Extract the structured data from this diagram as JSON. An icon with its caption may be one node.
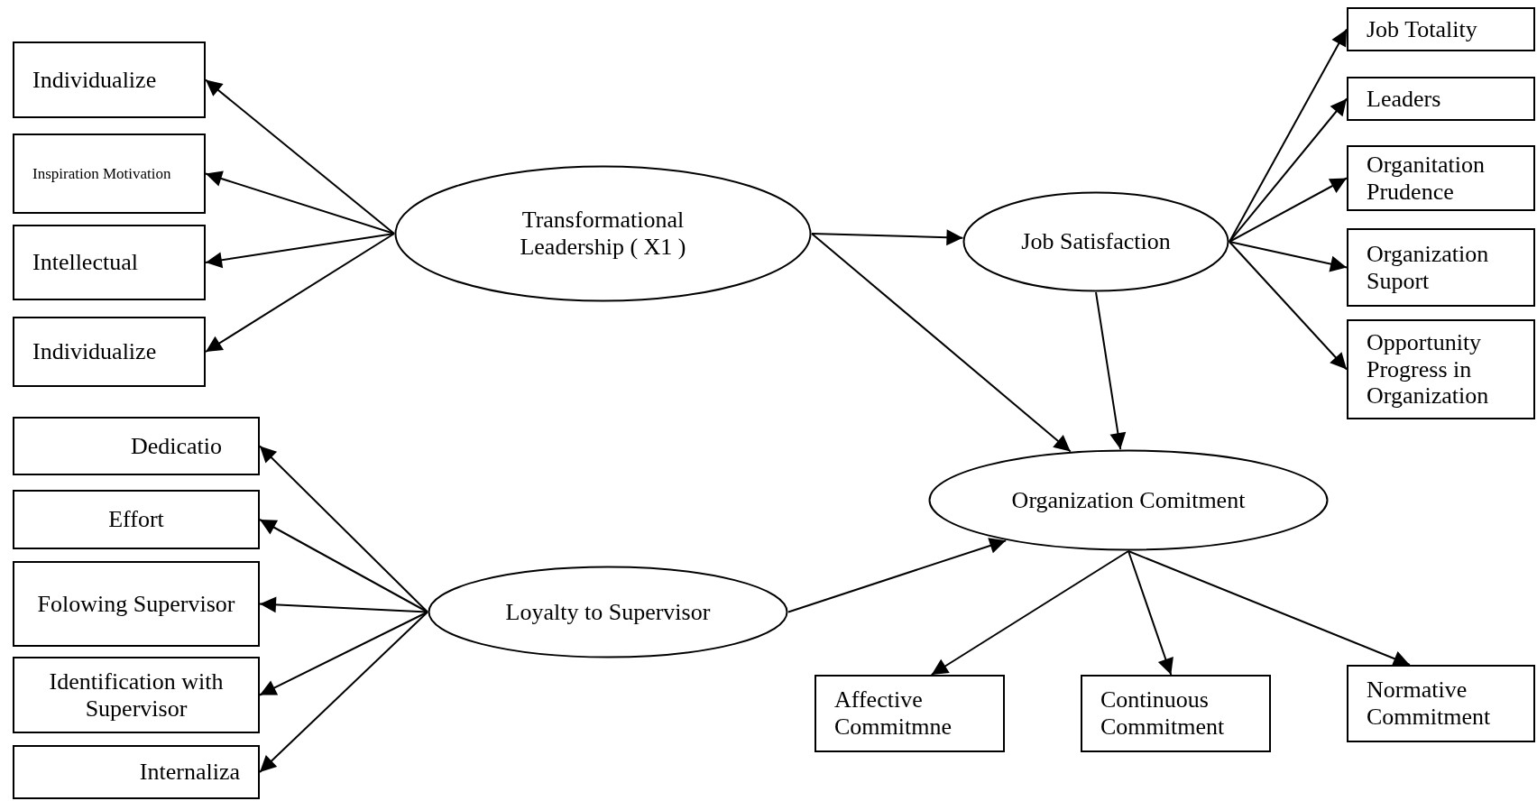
{
  "diagram": {
    "nodes": [
      {
        "text": [
          "Individualize"
        ]
      },
      {
        "text": [
          "Inspiration Motivation"
        ]
      },
      {
        "text": [
          "Intellectual"
        ]
      },
      {
        "text": [
          "Individualize"
        ]
      },
      {
        "text": [
          "Transformational Leadership ( X1 )"
        ]
      },
      {
        "text": [
          "Job Satisfaction"
        ]
      },
      {
        "text": [
          "Job Totality"
        ]
      },
      {
        "text": [
          "Leaders"
        ]
      },
      {
        "text": [
          "Organitation Prudence"
        ]
      },
      {
        "text": [
          "Organization Suport"
        ]
      },
      {
        "text": [
          "Opportunity Progress in Organization"
        ]
      },
      {
        "text": [
          "Dedicatio"
        ]
      },
      {
        "text": [
          "Effort"
        ]
      },
      {
        "text": [
          "Folowing Supervisor"
        ]
      },
      {
        "text": [
          "Identification with Supervisor"
        ]
      },
      {
        "text": [
          "Internaliza"
        ]
      },
      {
        "text": [
          "Loyalty to Supervisor"
        ]
      },
      {
        "text": [
          "Organization Comitment"
        ]
      },
      {
        "text": [
          "Affective Commitmne"
        ]
      },
      {
        "text": [
          "Continuous Commitment"
        ]
      },
      {
        "text": [
          "Normative Commitment"
        ]
      }
    ],
    "edges": [
      {
        "from": 4,
        "to": 0,
        "arrow": "to"
      },
      {
        "from": 4,
        "to": 1,
        "arrow": "to"
      },
      {
        "from": 4,
        "to": 2,
        "arrow": "to"
      },
      {
        "from": 4,
        "to": 3,
        "arrow": "to"
      },
      {
        "from": 4,
        "to": 5,
        "arrow": "to"
      },
      {
        "from": 4,
        "to": 17,
        "arrow": "to"
      },
      {
        "from": 5,
        "to": 6,
        "arrow": "to"
      },
      {
        "from": 5,
        "to": 7,
        "arrow": "to"
      },
      {
        "from": 5,
        "to": 8,
        "arrow": "to"
      },
      {
        "from": 5,
        "to": 9,
        "arrow": "to"
      },
      {
        "from": 5,
        "to": 10,
        "arrow": "to"
      },
      {
        "from": 5,
        "to": 17,
        "arrow": "to"
      },
      {
        "from": 16,
        "to": 11,
        "arrow": "to"
      },
      {
        "from": 16,
        "to": 12,
        "arrow": "to"
      },
      {
        "from": 16,
        "to": 13,
        "arrow": "to"
      },
      {
        "from": 16,
        "to": 14,
        "arrow": "to"
      },
      {
        "from": 16,
        "to": 15,
        "arrow": "to"
      },
      {
        "from": 16,
        "to": 17,
        "arrow": "to"
      },
      {
        "from": 17,
        "to": 18,
        "arrow": "to"
      },
      {
        "from": 17,
        "to": 19,
        "arrow": "to"
      },
      {
        "from": 17,
        "to": 20,
        "arrow": "to"
      }
    ]
  }
}
